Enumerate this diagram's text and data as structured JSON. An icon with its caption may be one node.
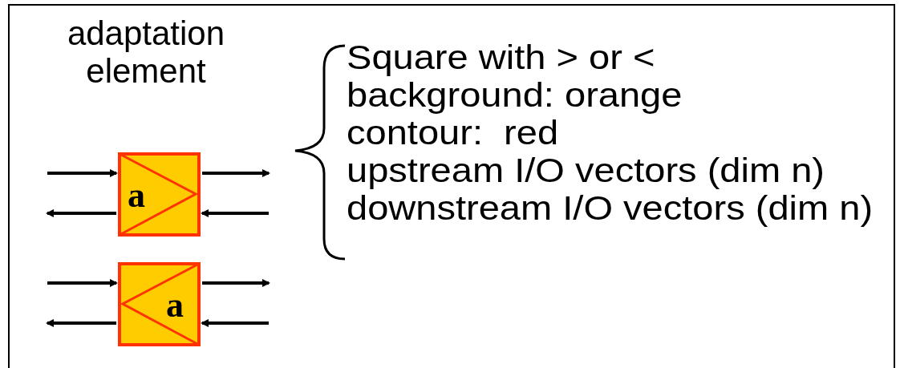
{
  "diagram": {
    "nodes": [
      {
        "text": [
          "a"
        ]
      },
      {
        "text": [
          "a"
        ]
      }
    ],
    "edges": [
      {
        "from": null,
        "to": 0,
        "arrow": "to"
      },
      {
        "from": 0,
        "to": null,
        "arrow": "to"
      },
      {
        "from": 0,
        "to": null,
        "arrow": "to"
      },
      {
        "from": null,
        "to": 0,
        "arrow": "to"
      },
      {
        "from": null,
        "to": 1,
        "arrow": "to"
      },
      {
        "from": 1,
        "to": null,
        "arrow": "to"
      },
      {
        "from": 1,
        "to": null,
        "arrow": "to"
      },
      {
        "from": null,
        "to": 1,
        "arrow": "to"
      }
    ],
    "labels": [
      "adaptation element",
      "Square with > or <",
      "background: orange",
      "contour:  red",
      "upstream I/O vectors (dim n)",
      "downstream I/O vectors (dim n)"
    ]
  }
}
